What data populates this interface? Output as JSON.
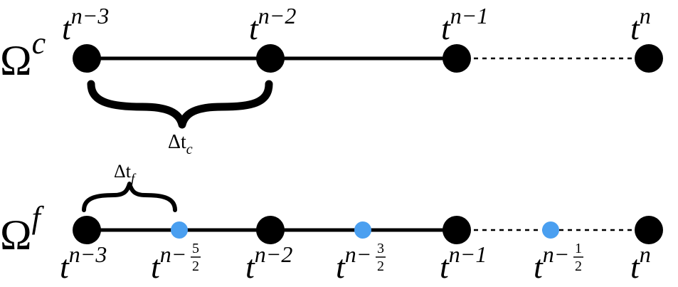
{
  "coarse": {
    "domain_label": {
      "base": "Ω",
      "sup": "c"
    },
    "nodes": [
      {
        "base": "t",
        "sup": "n−3"
      },
      {
        "base": "t",
        "sup": "n−2"
      },
      {
        "base": "t",
        "sup": "n−1"
      },
      {
        "base": "t",
        "sup": "n"
      }
    ],
    "step_label": {
      "base": "Δt",
      "sub": "c"
    }
  },
  "fine": {
    "domain_label": {
      "base": "Ω",
      "sup": "f"
    },
    "nodes": [
      {
        "base": "t",
        "sup": "n−3"
      },
      {
        "base": "t",
        "sup": "n−",
        "frac_num": "5",
        "frac_den": "2"
      },
      {
        "base": "t",
        "sup": "n−2"
      },
      {
        "base": "t",
        "sup": "n−",
        "frac_num": "3",
        "frac_den": "2"
      },
      {
        "base": "t",
        "sup": "n−1"
      },
      {
        "base": "t",
        "sup": "n−",
        "frac_num": "1",
        "frac_den": "2"
      },
      {
        "base": "t",
        "sup": "n"
      }
    ],
    "step_label": {
      "base": "Δt",
      "sub": "f"
    }
  },
  "colors": {
    "node": "#000000",
    "half_node": "#4a9ff0",
    "line": "#000000"
  }
}
